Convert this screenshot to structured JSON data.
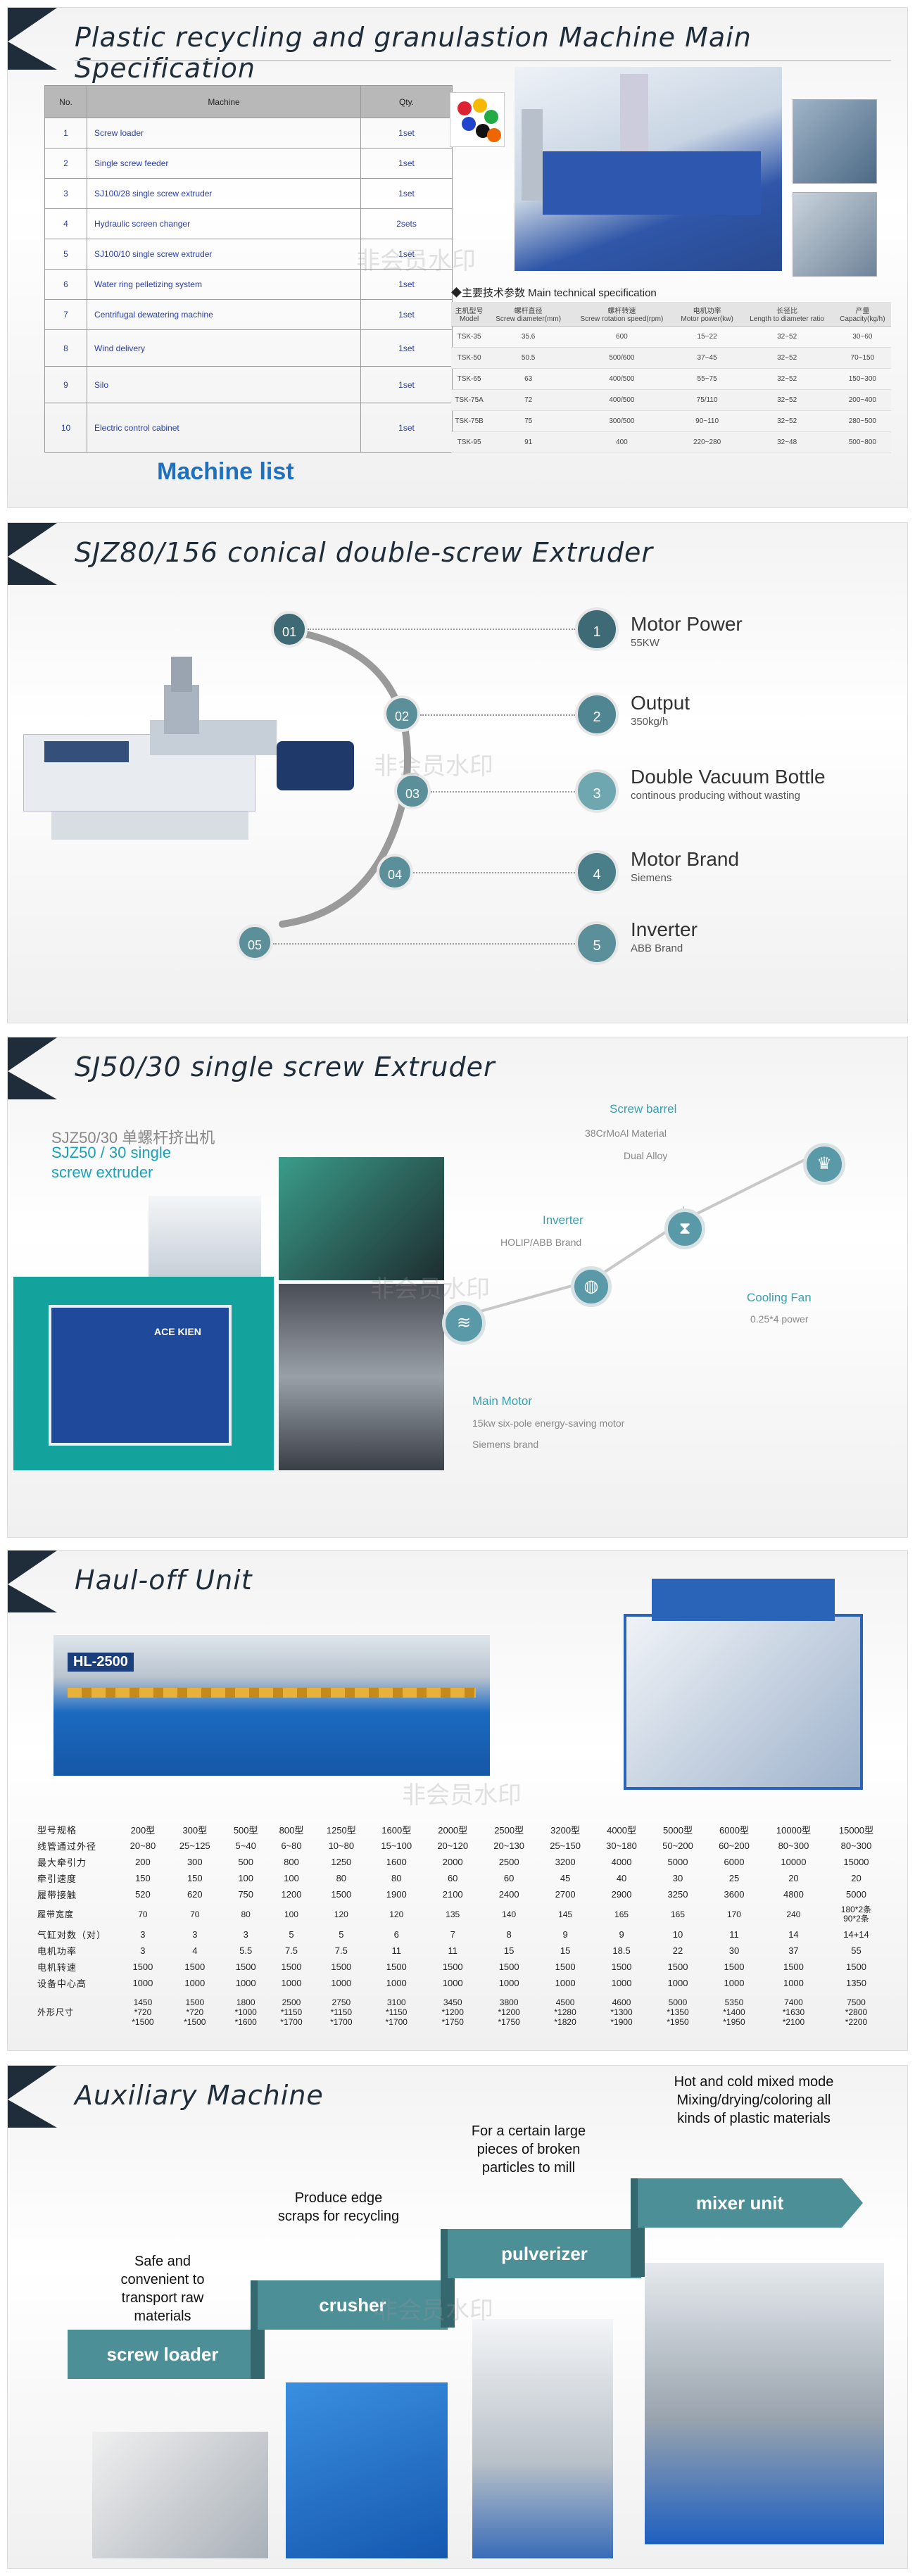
{
  "p1": {
    "title": "Plastic recycling and granulastion Machine Main Specification",
    "table_headers": [
      "No.",
      "Machine",
      "Qty."
    ],
    "rows": [
      {
        "no": "1",
        "machine": "Screw loader",
        "qty": "1set"
      },
      {
        "no": "2",
        "machine": "Single screw feeder",
        "qty": "1set"
      },
      {
        "no": "3",
        "machine": "SJ100/28 single screw extruder",
        "qty": "1set"
      },
      {
        "no": "4",
        "machine": "Hydraulic screen changer",
        "qty": "2sets"
      },
      {
        "no": "5",
        "machine": "SJ100/10 single screw extruder",
        "qty": "1set"
      },
      {
        "no": "6",
        "machine": "Water ring pelletizing system",
        "qty": "1set"
      },
      {
        "no": "7",
        "machine": "Centrifugal dewatering machine",
        "qty": "1set"
      },
      {
        "no": "8",
        "machine": "Wind delivery",
        "qty": "1set"
      },
      {
        "no": "9",
        "machine": "Silo",
        "qty": "1set"
      },
      {
        "no": "10",
        "machine": "Electric control cabinet",
        "qty": "1set"
      }
    ],
    "machine_list_label": "Machine list",
    "spec_title": "◆主要技术参数 Main technical specification",
    "spec_headers": [
      "主机型号\nModel",
      "螺杆直径\nScrew diameter(mm)",
      "螺杆转速\nScrew rotation speed(rpm)",
      "电机功率\nMotor power(kw)",
      "长径比\nLength to diameter ratio",
      "产量\nCapacity(kg/h)"
    ],
    "spec_rows": [
      [
        "TSK-35",
        "35.6",
        "600",
        "15~22",
        "32~52",
        "30~60"
      ],
      [
        "TSK-50",
        "50.5",
        "500/600",
        "37~45",
        "32~52",
        "70~150"
      ],
      [
        "TSK-65",
        "63",
        "400/500",
        "55~75",
        "32~52",
        "150~300"
      ],
      [
        "TSK-75A",
        "72",
        "400/500",
        "75/110",
        "32~52",
        "200~400"
      ],
      [
        "TSK-75B",
        "75",
        "300/500",
        "90~110",
        "32~52",
        "280~500"
      ],
      [
        "TSK-95",
        "91",
        "400",
        "220~280",
        "32~48",
        "500~800"
      ]
    ]
  },
  "p2": {
    "title": "SJZ80/156 conical double-screw Extruder",
    "steps": [
      "01",
      "02",
      "03",
      "04",
      "05"
    ],
    "features": [
      {
        "n": "1",
        "title": "Motor Power",
        "sub": "55KW"
      },
      {
        "n": "2",
        "title": "Output",
        "sub": "350kg/h"
      },
      {
        "n": "3",
        "title": "Double Vacuum Bottle",
        "sub": "continous producing without wasting"
      },
      {
        "n": "4",
        "title": "Motor Brand",
        "sub": "Siemens"
      },
      {
        "n": "5",
        "title": "Inverter",
        "sub": "ABB Brand"
      }
    ]
  },
  "p3": {
    "title": "SJ50/30 single screw Extruder",
    "caption_cn": "SJZ50/30 单螺杆挤出机",
    "caption_en": "SJZ50 / 30 single\nscrew extruder",
    "brand": "ACE KIEN",
    "items": {
      "screw_barrel": {
        "label": "Screw barrel",
        "sub1": "38CrMoAl Material",
        "sub2": "Dual Alloy"
      },
      "inverter": {
        "label": "Inverter",
        "sub": "HOLIP/ABB Brand"
      },
      "cooling_fan": {
        "label": "Cooling Fan",
        "sub": "0.25*4 power"
      },
      "main_motor": {
        "label": "Main Motor",
        "sub1": "15kw six-pole energy-saving motor",
        "sub2": "Siemens brand"
      }
    }
  },
  "p4": {
    "title": "Haul-off Unit",
    "machine_label": "HL-2500",
    "rows": [
      {
        "label": "型号规格",
        "cells": [
          "200型",
          "300型",
          "500型",
          "800型",
          "1250型",
          "1600型",
          "2000型",
          "2500型",
          "3200型",
          "4000型",
          "5000型",
          "6000型",
          "10000型",
          "15000型"
        ]
      },
      {
        "label": "线管通过外径",
        "cells": [
          "20~80",
          "25~125",
          "5~40",
          "6~80",
          "10~80",
          "15~100",
          "20~120",
          "20~130",
          "25~150",
          "30~180",
          "50~200",
          "60~200",
          "80~300",
          "80~300"
        ]
      },
      {
        "label": "最大牵引力",
        "cells": [
          "200",
          "300",
          "500",
          "800",
          "1250",
          "1600",
          "2000",
          "2500",
          "3200",
          "4000",
          "5000",
          "6000",
          "10000",
          "15000"
        ]
      },
      {
        "label": "牵引速度",
        "cells": [
          "150",
          "150",
          "100",
          "100",
          "80",
          "80",
          "60",
          "60",
          "45",
          "40",
          "30",
          "25",
          "20",
          "20"
        ]
      },
      {
        "label": "履带接触",
        "cells": [
          "520",
          "620",
          "750",
          "1200",
          "1500",
          "1900",
          "2100",
          "2400",
          "2700",
          "2900",
          "3250",
          "3600",
          "4800",
          "5000"
        ]
      },
      {
        "label": "履带宽度",
        "cells": [
          "70",
          "70",
          "80",
          "100",
          "120",
          "120",
          "135",
          "140",
          "145",
          "165",
          "165",
          "170",
          "240",
          "180*2条\n90*2条"
        ]
      },
      {
        "label": "气缸对数（对）",
        "cells": [
          "3",
          "3",
          "3",
          "5",
          "5",
          "6",
          "7",
          "8",
          "9",
          "9",
          "10",
          "11",
          "14",
          "14+14"
        ]
      },
      {
        "label": "电机功率",
        "cells": [
          "3",
          "4",
          "5.5",
          "7.5",
          "7.5",
          "11",
          "11",
          "15",
          "15",
          "18.5",
          "22",
          "30",
          "37",
          "55"
        ]
      },
      {
        "label": "电机转速",
        "cells": [
          "1500",
          "1500",
          "1500",
          "1500",
          "1500",
          "1500",
          "1500",
          "1500",
          "1500",
          "1500",
          "1500",
          "1500",
          "1500",
          "1500"
        ]
      },
      {
        "label": "设备中心高",
        "cells": [
          "1000",
          "1000",
          "1000",
          "1000",
          "1000",
          "1000",
          "1000",
          "1000",
          "1000",
          "1000",
          "1000",
          "1000",
          "1000",
          "1350"
        ]
      },
      {
        "label": "外形尺寸",
        "cells": [
          "1450\n*720\n*1500",
          "1500\n*720\n*1500",
          "1800\n*1000\n*1600",
          "2500\n*1150\n*1700",
          "2750\n*1150\n*1700",
          "3100\n*1150\n*1700",
          "3450\n*1200\n*1750",
          "3800\n*1200\n*1750",
          "4500\n*1280\n*1820",
          "4600\n*1300\n*1900",
          "5000\n*1350\n*1950",
          "5350\n*1400\n*1950",
          "7400\n*1630\n*2100",
          "7500\n*2800\n*2200"
        ]
      }
    ]
  },
  "p5": {
    "title": "Auxiliary Machine",
    "steps": [
      {
        "label": "screw loader",
        "desc": "Safe and\nconvenient to\ntransport raw\nmaterials"
      },
      {
        "label": "crusher",
        "desc": "Produce edge\nscraps for recycling"
      },
      {
        "label": "pulverizer",
        "desc": "For a certain large\npieces of broken\nparticles to mill"
      },
      {
        "label": "mixer unit",
        "desc": "Hot and cold mixed mode\nMixing/drying/coloring all\nkinds of plastic materials"
      }
    ]
  },
  "watermark": "非会员水印"
}
